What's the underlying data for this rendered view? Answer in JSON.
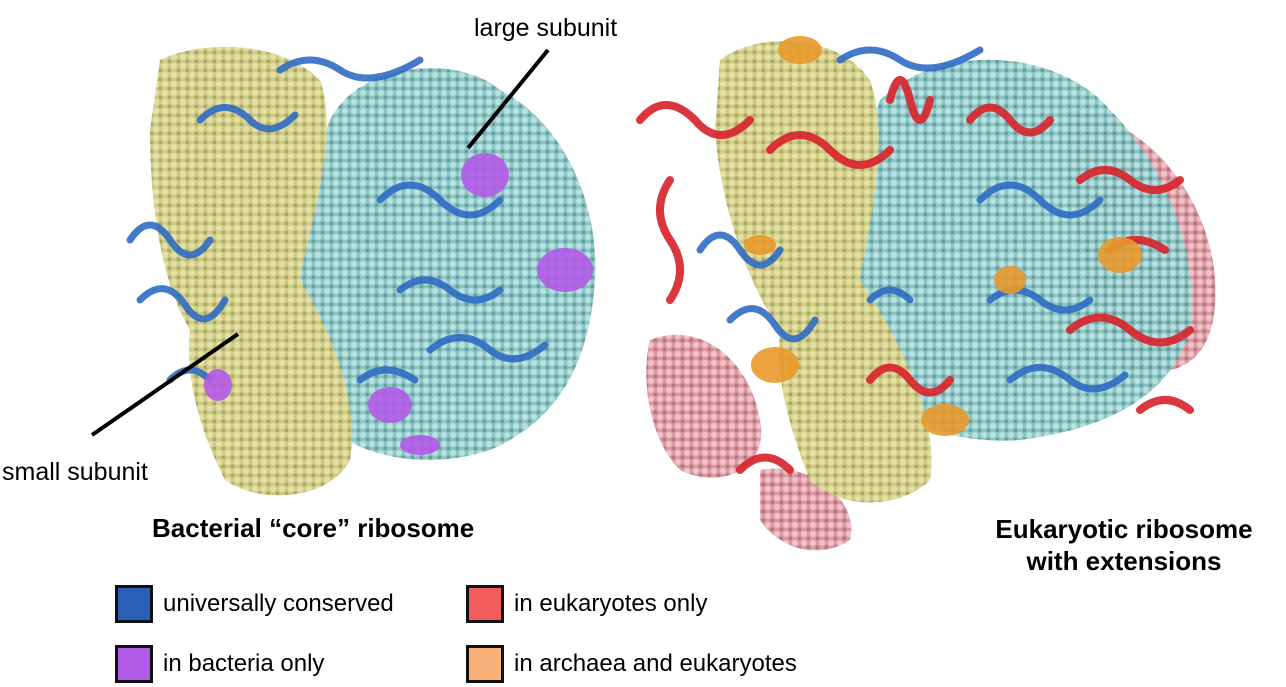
{
  "labels": {
    "large_subunit": "large subunit",
    "small_subunit": "small subunit"
  },
  "titles": {
    "bacterial": "Bacterial “core” ribosome",
    "eukaryotic_line1": "Eukaryotic ribosome",
    "eukaryotic_line2": "with extensions"
  },
  "legend": [
    {
      "label": "universally conserved",
      "color": "#2a5fb8"
    },
    {
      "label": "in eukaryotes only",
      "color": "#f25c5c"
    },
    {
      "label": "in bacteria only",
      "color": "#b25ae8"
    },
    {
      "label": "in archaea and eukaryotes",
      "color": "#f9b27a"
    }
  ],
  "colors": {
    "small_subunit_rna": "#d4d08c",
    "large_subunit_rna": "#8fc9c9",
    "eukaryote_rna_extension": "#d98a9a"
  }
}
